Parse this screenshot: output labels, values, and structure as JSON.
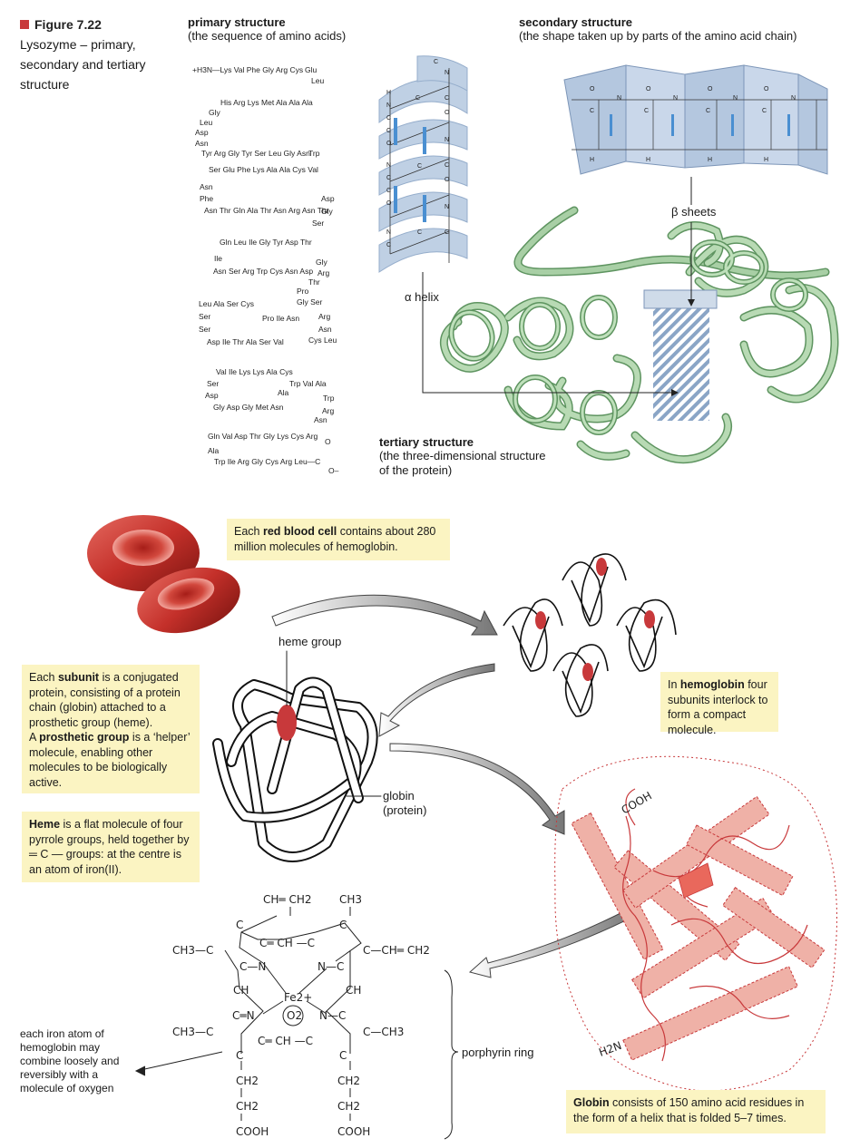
{
  "figure": {
    "number": "Figure 7.22",
    "caption": "Lysozyme – primary, secondary and tertiary structure"
  },
  "primary": {
    "title": "primary structure",
    "subtitle": "(the sequence of amino acids)",
    "lines": [
      "+H3N–Lys Val Phe Gly Arg Cys Glu",
      "Leu Ala Ala Met Lys Arg His",
      "Gly Leu Asp Asn",
      "Tyr Arg Gly Tyr Ser Leu Gly Asn Trp",
      "Val Cys Ala Ala Lys Phe Glu Ser",
      "Asn Phe Asn Thr Gln Ala Thr Asn Arg Asn Thr",
      "Asp Gly Ser Thr Asp Tyr Gly Ile Leu Gln",
      "Ile Asn Ser Arg Trp Cys Asn Asp Gly Arg",
      "Thr Pro Gly Ser Arg Asn",
      "Leu Ala Ser Cys Pro Ile Asn Cys Leu",
      "Ser Ser Asp Ile Thr Ala Ser Val Ala Cys",
      "Lys Lys Ile Val Ser Asp Trp Val Ala",
      "Ala Trp Arg Asn Asp Gly Met Asn",
      "Gln Val Asp Thr Gly Lys Cys Arg",
      "Ala Trp Ile Arg Gly Cys Arg Leu–COO–"
    ]
  },
  "secondary": {
    "title": "secondary structure",
    "subtitle": "(the shape taken up by parts of the amino acid chain)",
    "alpha_label": "α helix",
    "beta_label": "β sheets"
  },
  "tertiary": {
    "title": "tertiary structure",
    "subtitle_1": "(the three-dimensional structure",
    "subtitle_2": "of the protein)"
  },
  "red_cell_note": {
    "pre": "Each ",
    "bold": "red blood cell",
    "post": " contains about 280 million molecules of hemoglobin."
  },
  "heme_label": "heme group",
  "globin_label_1": "globin",
  "globin_label_2": "(protein)",
  "subunit_note": {
    "p1_pre": "Each ",
    "p1_bold": "subunit",
    "p1_post": " is a conjugated protein, consisting of a protein chain (globin) attached to a prosthetic group (heme).",
    "p2_pre": "A ",
    "p2_bold": "prosthetic group",
    "p2_post": " is a ‘helper’ molecule, enabling other molecules to be biologically active."
  },
  "hemoglobin_note": {
    "pre": "In ",
    "bold": "hemoglobin",
    "post": " four subunits interlock to form a compact molecule."
  },
  "heme_note": {
    "bold": "Heme",
    "post": " is a flat molecule of four pyrrole groups, held together by ═ C — groups: at the centre is an atom of iron(II)."
  },
  "globin_note": {
    "bold": "Globin",
    "post": " consists of 150 amino acid residues in the form of a helix that is folded 5–7 times."
  },
  "cooh_label": "COOH",
  "h2n_label": "H2N",
  "porphyrin_label": "porphyrin ring",
  "oxygen_note": "each iron atom of hemoglobin may combine loosely and reversibly with a molecule of oxygen",
  "heme_chem": {
    "ch_eq_ch2_top": "CH═ CH2",
    "ch3_top": "CH3",
    "ch3_left": "CH3—C",
    "c_ch_ch2_right": "C—CH═ CH2",
    "fe": "Fe2+",
    "o2": "O2",
    "ch3_left2": "CH3—C",
    "c_ch3_right": "C—CH3",
    "ch2_a1": "CH2",
    "ch2_a2": "CH2",
    "cooh_a": "COOH",
    "ch2_b1": "CH2",
    "ch2_b2": "CH2",
    "cooh_b": "COOH"
  },
  "colors": {
    "callout_bg": "#fbf4c2",
    "accent_red": "#c8393b",
    "helix_blue": "#a9bfd9",
    "ribbon_green": "#9cc49a",
    "globin_red": "#e8837a"
  }
}
